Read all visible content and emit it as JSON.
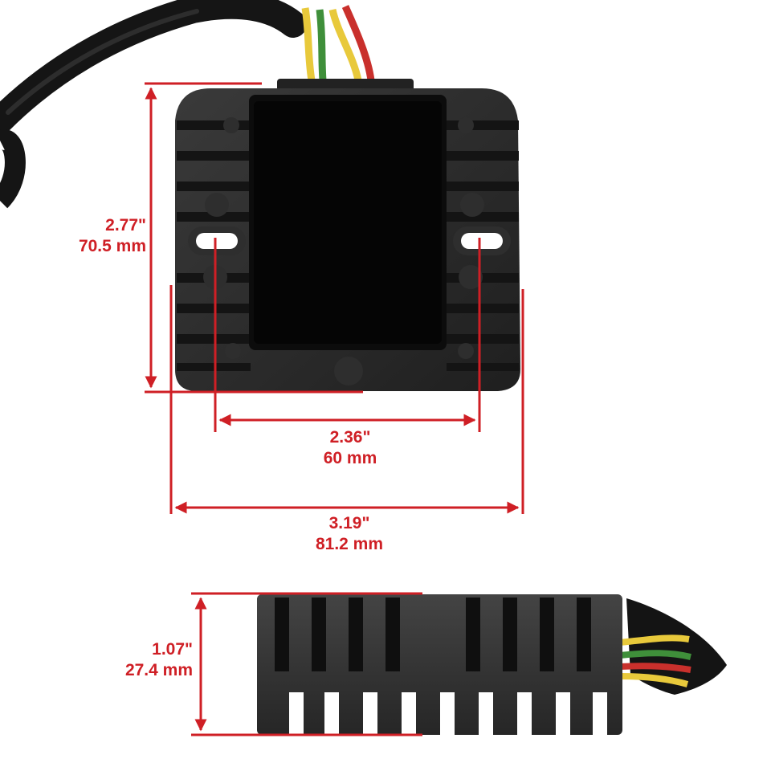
{
  "product": "regulator-rectifier",
  "colors": {
    "dimension_red": "#cf1f25",
    "body_black": "#2b2b2b",
    "wire_yellow": "#e8c93b",
    "wire_green": "#3f8f3a",
    "wire_red": "#c9302c",
    "background": "#ffffff"
  },
  "dimensions": {
    "height": {
      "imperial": "2.77\"",
      "metric": "70.5 mm"
    },
    "mount_spacing": {
      "imperial": "2.36\"",
      "metric": "60 mm"
    },
    "width": {
      "imperial": "3.19\"",
      "metric": "81.2 mm"
    },
    "thickness": {
      "imperial": "1.07\"",
      "metric": "27.4 mm"
    }
  }
}
